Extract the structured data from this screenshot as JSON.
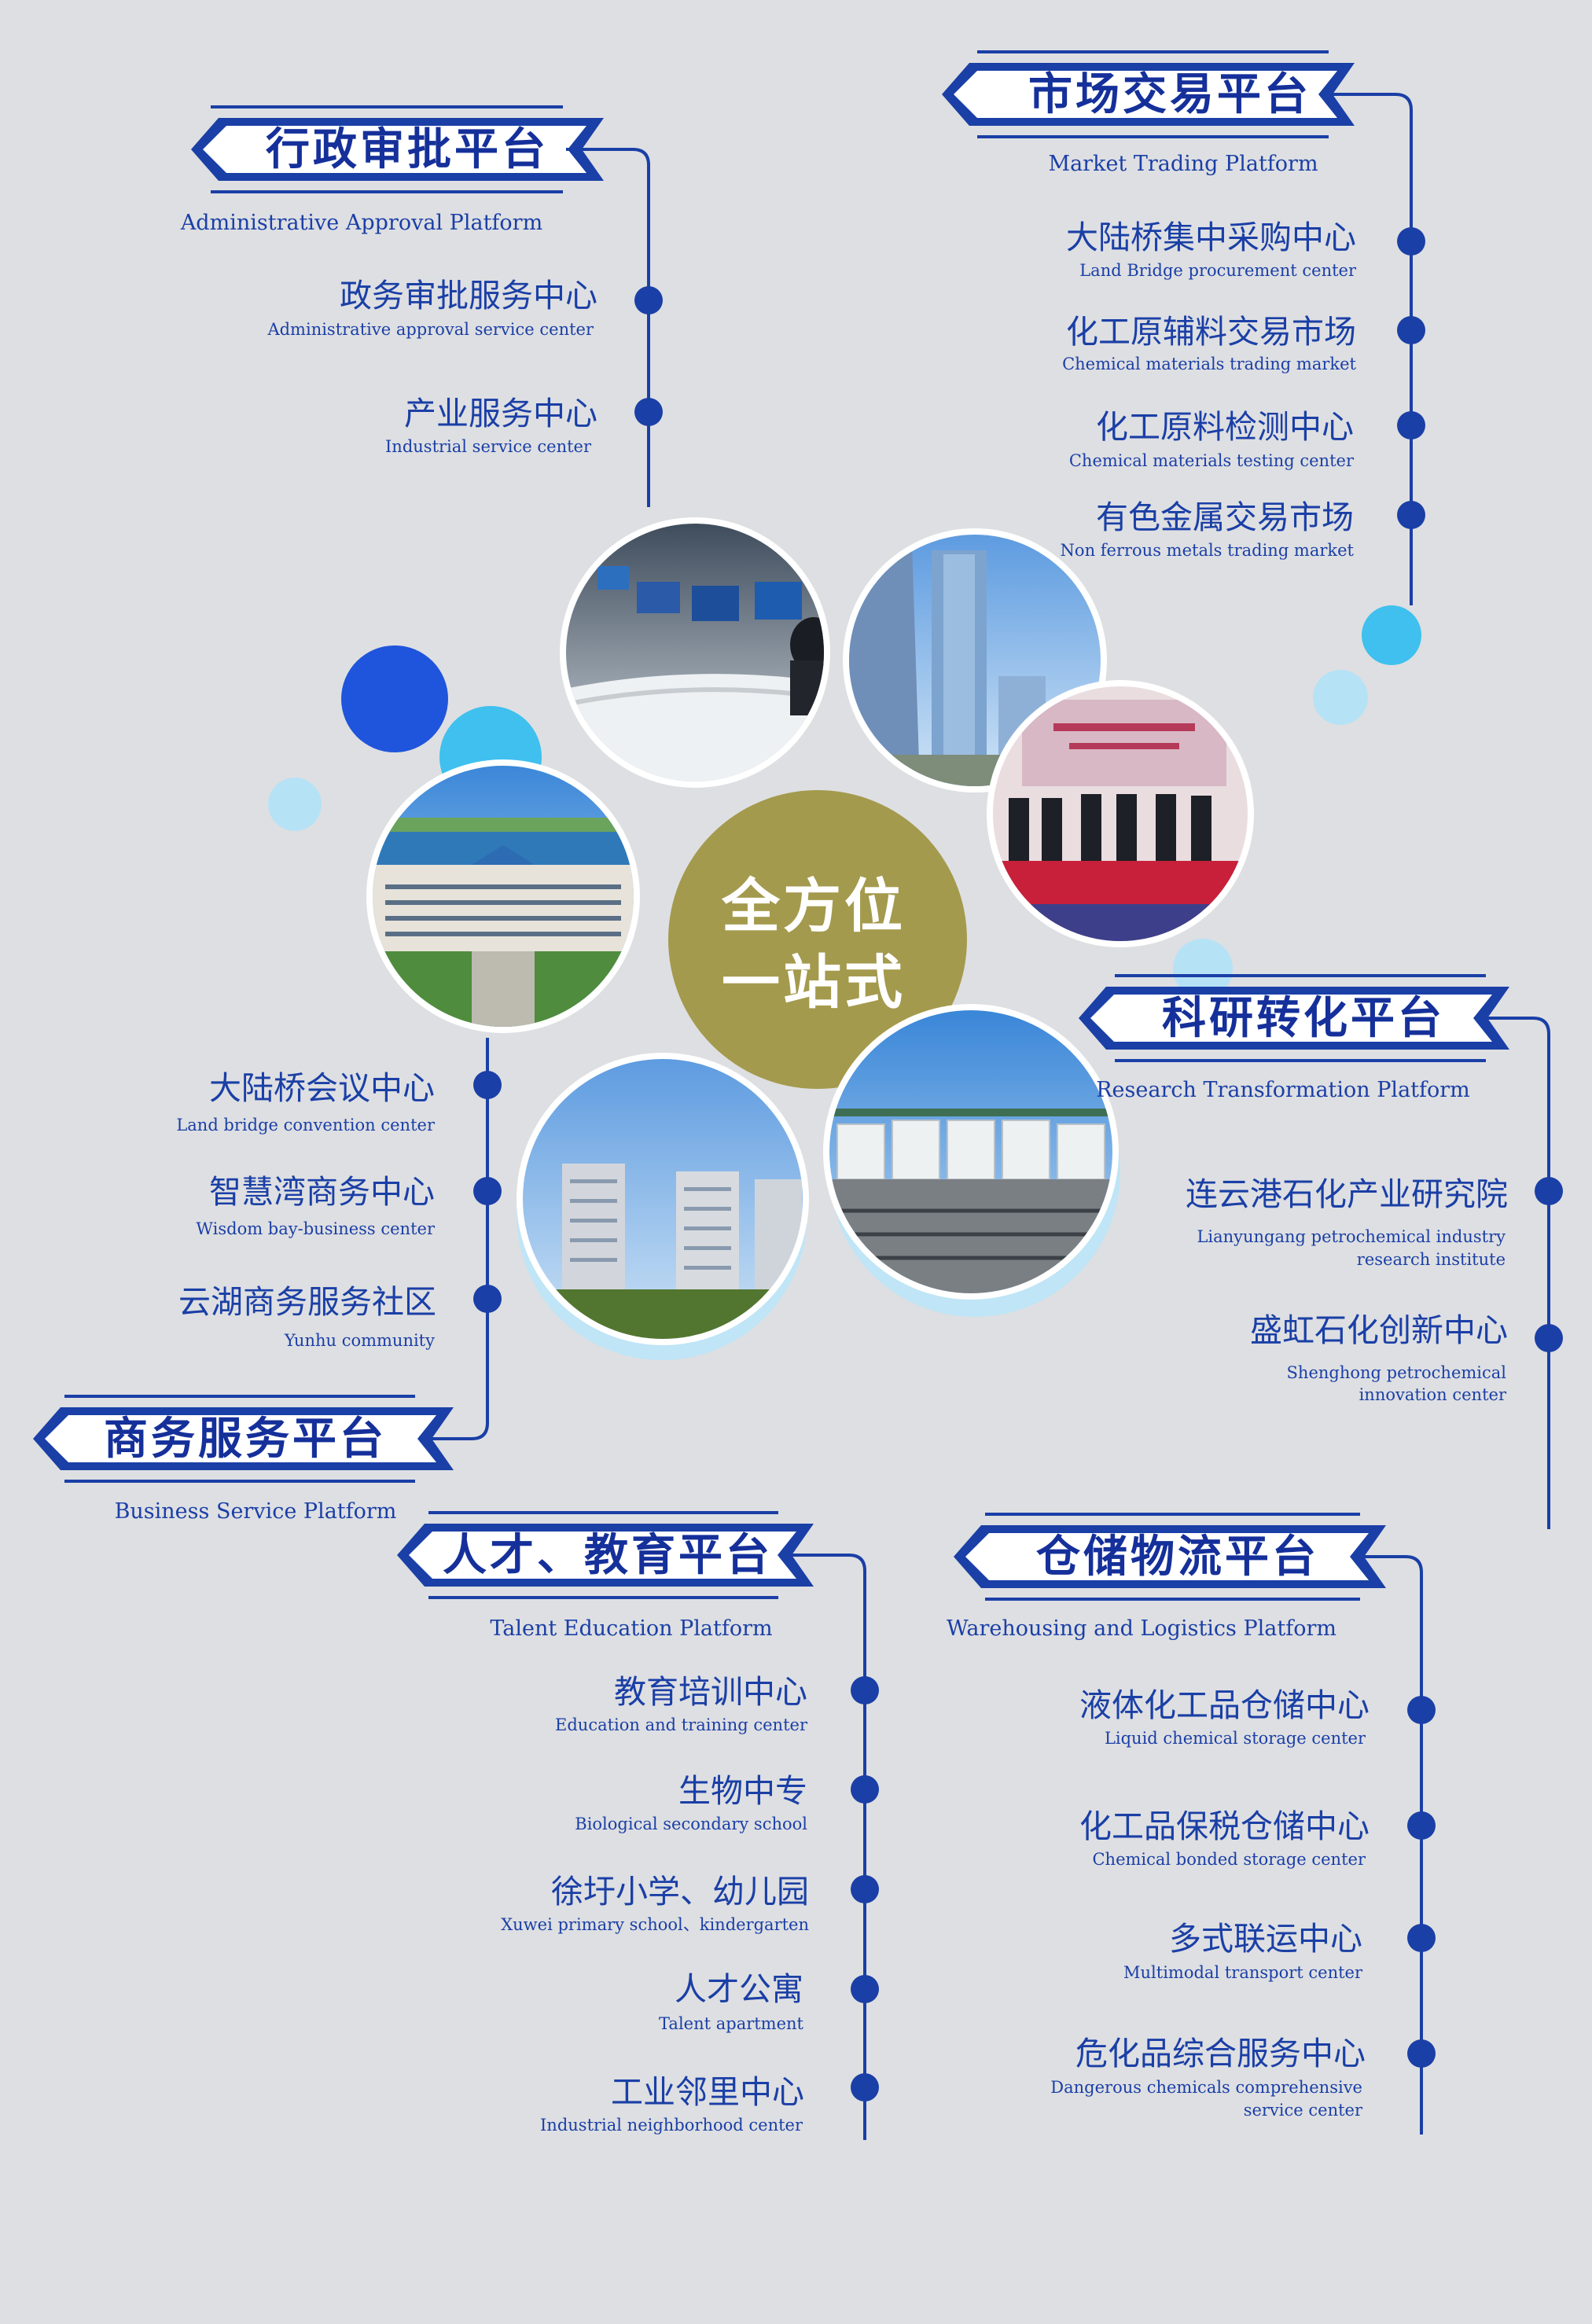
{
  "center": {
    "line1": "全方位",
    "line2": "一站式"
  },
  "platforms": {
    "administrative": {
      "title": "行政审批平台",
      "subtitle": "Administrative Approval Platform",
      "items": [
        {
          "zh": "政务审批服务中心",
          "en": "Administrative approval service center"
        },
        {
          "zh": "产业服务中心",
          "en": "Industrial service center"
        }
      ]
    },
    "market": {
      "title": "市场交易平台",
      "subtitle": "Market Trading Platform",
      "items": [
        {
          "zh": "大陆桥集中采购中心",
          "en": "Land Bridge procurement center"
        },
        {
          "zh": "化工原辅料交易市场",
          "en": "Chemical materials trading market"
        },
        {
          "zh": "化工原料检测中心",
          "en": "Chemical materials testing center"
        },
        {
          "zh": "有色金属交易市场",
          "en": "Non ferrous metals trading market"
        }
      ]
    },
    "research": {
      "title": "科研转化平台",
      "subtitle": "Research Transformation Platform",
      "items": [
        {
          "zh": "连云港石化产业研究院",
          "en1": "Lianyungang petrochemical industry",
          "en2": "research institute"
        },
        {
          "zh": "盛虹石化创新中心",
          "en1": "Shenghong petrochemical",
          "en2": "innovation center"
        }
      ]
    },
    "business": {
      "title": "商务服务平台",
      "subtitle": "Business Service Platform",
      "items": [
        {
          "zh": "大陆桥会议中心",
          "en": "Land bridge convention center"
        },
        {
          "zh": "智慧湾商务中心",
          "en": "Wisdom bay-business center"
        },
        {
          "zh": "云湖商务服务社区",
          "en": "Yunhu community"
        }
      ]
    },
    "talent": {
      "title": "人才、教育平台",
      "subtitle": "Talent Education Platform",
      "items": [
        {
          "zh": "教育培训中心",
          "en": "Education and training center"
        },
        {
          "zh": "生物中专",
          "en": "Biological secondary school"
        },
        {
          "zh": "徐圩小学、幼儿园",
          "en": "Xuwei primary school、kindergarten"
        },
        {
          "zh": "人才公寓",
          "en": "Talent apartment"
        },
        {
          "zh": "工业邻里中心",
          "en": "Industrial neighborhood center"
        }
      ]
    },
    "warehouse": {
      "title": "仓储物流平台",
      "subtitle": "Warehousing and Logistics Platform",
      "items": [
        {
          "zh": "液体化工品仓储中心",
          "en": "Liquid chemical storage center"
        },
        {
          "zh": "化工品保税仓储中心",
          "en": "Chemical bonded storage center"
        },
        {
          "zh": "多式联运中心",
          "en": "Multimodal transport center"
        },
        {
          "zh": "危化品综合服务中心",
          "en1": "Dangerous chemicals comprehensive",
          "en2": "service center"
        }
      ]
    }
  },
  "colors": {
    "primary": "#1a3fa6",
    "deep_blue": "#1f55dc",
    "light_blue": "#3fc0ee",
    "pale_blue": "#b6e2f6",
    "olive": "#a49a4d",
    "background": "#dedfe2"
  }
}
